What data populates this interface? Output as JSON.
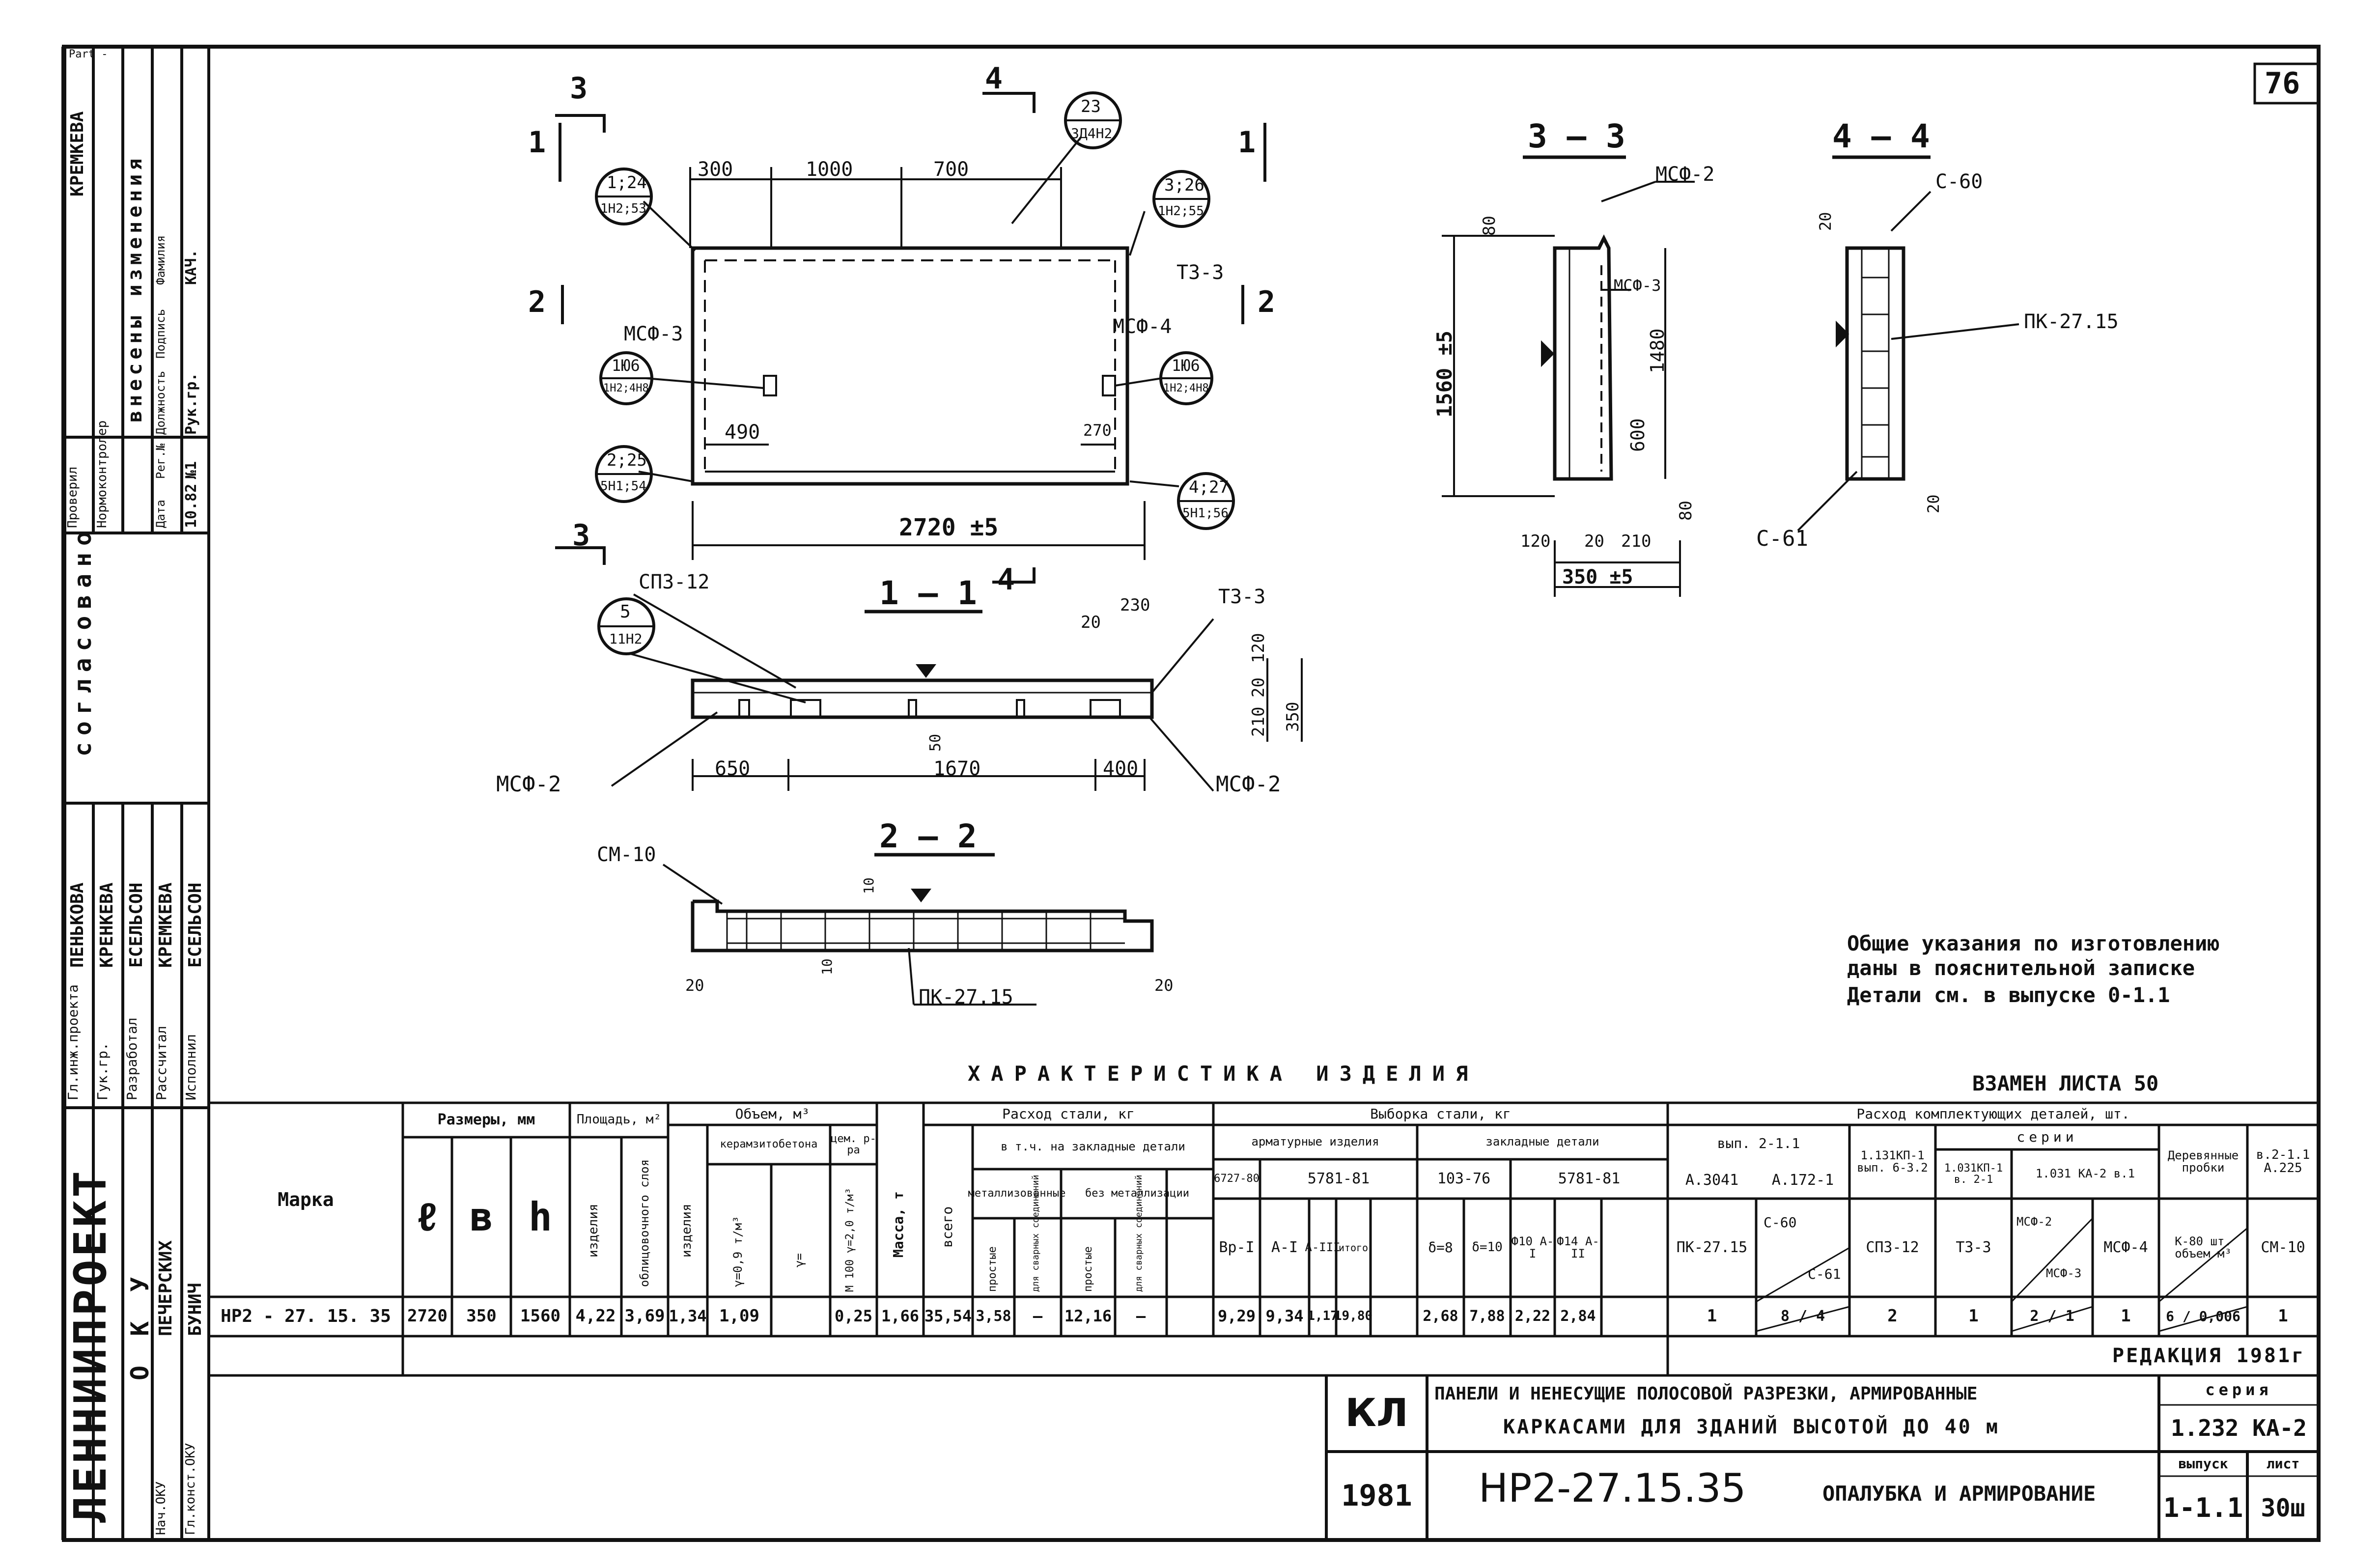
{
  "sheet_corner": "76",
  "part_mark": "Part -",
  "left_strip": {
    "org": "ЛЕННИИПРОЕКТ",
    "okv": "ОКУ",
    "agreed": "согласовано",
    "roles": [
      "Гл.инж.проекта",
      "Гук.гр.",
      "Разработал",
      "Рассчитал",
      "Исполнил"
    ],
    "names": [
      "ПЕНЬКОВА",
      "КРЕНКЕВА",
      "ЕСЕЛЬСОН",
      "КРЕМКЕВА",
      "ЕСЕЛЬСОН"
    ],
    "bottom_roles": [
      "Нач.ОКУ",
      "Гл.конст.ОКУ"
    ],
    "bottom_names": [
      "ПЕЧЕРСКИХ",
      "БУНИЧ"
    ],
    "review": [
      "Проверил",
      "Нормоконтролер"
    ],
    "review_name": "КРЕМКЕВА",
    "changes": "внесены изменения",
    "changes_cols": [
      "Дата",
      "Рег.№",
      "Должность",
      "Подпись",
      "Фамилия"
    ],
    "changes_vals": [
      "10.82",
      "№1",
      "Рук.гр.",
      "",
      "КАЧ."
    ]
  },
  "plan": {
    "dims_top": [
      "300",
      "1000",
      "700"
    ],
    "dim_length": "2720 ±5",
    "dim_490": "490",
    "dim_270": "270",
    "callouts": [
      {
        "top": "1;24",
        "bottom": "1Н2;53"
      },
      {
        "top": "23",
        "bottom": "3Д4Н2"
      },
      {
        "top": "3;26",
        "bottom": "1Н2;55"
      },
      {
        "top": "1Ю6",
        "bottom": "1Н2;4Н8"
      },
      {
        "top": "1Ю6",
        "bottom": "1Н2;4Н8"
      },
      {
        "top": "2;25",
        "bottom": "5Н1;54"
      },
      {
        "top": "4;27",
        "bottom": "5Н1;56"
      }
    ],
    "labels": {
      "mcf3": "МСФ-3",
      "mcf4": "МСФ-4",
      "tz3": "ТЗ-3"
    },
    "cut_marks": {
      "s3": "3",
      "s4": "4",
      "s1": "1",
      "s2": "2"
    }
  },
  "section_1_1": {
    "title": "1 — 1",
    "labels": {
      "sp3": "СПЗ-12",
      "tz3": "ТЗ-3",
      "mcf2_left": "МСФ-2",
      "mcf2_right": "МСФ-2"
    },
    "callout": {
      "top": "5",
      "bottom": "11Н2"
    },
    "dims": [
      "650",
      "1670",
      "400",
      "230",
      "20",
      "120",
      "20",
      "210",
      "350",
      "50"
    ]
  },
  "section_2_2": {
    "title": "2 — 2",
    "labels": {
      "cm10": "СМ-10",
      "pk": "ПК-27.15"
    },
    "dims": [
      "10",
      "20",
      "20",
      "10"
    ]
  },
  "section_3_3": {
    "title": "3 — 3",
    "labels": {
      "mcf2": "МСФ-2",
      "mcf3": "МСФ-3"
    },
    "dims": [
      "80",
      "1560 ±5",
      "1480",
      "600",
      "80",
      "120",
      "20",
      "210",
      "350 ±5"
    ]
  },
  "section_4_4": {
    "title": "4 — 4",
    "labels": {
      "c60": "С-60",
      "c61": "С-61",
      "pk": "ПК-27.15"
    },
    "dims": [
      "20",
      "20"
    ]
  },
  "notes": [
    "Общие указания по изготовлению",
    "даны в пояснительной записке",
    "Детали см. в выпуске 0-1.1"
  ],
  "char_title": "ХАРАКТЕРИСТИКА ИЗДЕЛИЯ",
  "replaces": "ВЗАМЕН ЛИСТА 50",
  "table": {
    "h_marka": "Марка",
    "h_sizes": "Размеры, мм",
    "h_l": "ℓ",
    "h_b": "в",
    "h_h": "h",
    "h_area": "Площадь, м²",
    "h_area_item": "изделия",
    "h_area_face": "облицовочного слоя",
    "h_volume": "Объем, м³",
    "h_vol_item": "изделия",
    "h_ceram": "керамзитобетона",
    "h_g09": "γ=0,9 т/м³",
    "h_g": "γ=",
    "h_cem": "цем. р-ра",
    "h_m100": "М 100 γ=2,0 т/м³",
    "h_mass": "Масса, т",
    "h_steel": "Расход стали, кг",
    "h_steel_total": "всего",
    "h_incl": "в т.ч. на закладные детали",
    "h_metal": "металлизованные",
    "h_nometal": "без металлизации",
    "h_prost": "простые",
    "h_svarn": "для сварных соединений",
    "h_select": "Выборка стали, кг",
    "h_arm": "арматурные изделия",
    "h_gost1": "6727-80",
    "h_gost2": "5781-81",
    "h_zd": "закладные детали",
    "h_gost3": "103-76",
    "h_gost4": "5781-81",
    "h_bp1": "Вр-I",
    "h_a1": "А-I",
    "h_a3": "А-III",
    "h_itogo": "итого",
    "h_d8": "δ=8",
    "h_d10": "δ=10",
    "h_f10": "Ф10 А-I",
    "h_f14": "Ф14 А-II",
    "h_parts": "Расход комплектующих деталей, шт.",
    "h_vyp": "вып. 2-1.1",
    "h_s1": "1.131КП-1 вып. 6-3.2",
    "h_series": "серии",
    "h_s2": "1.031КП-1 в. 2-1",
    "h_s3": "1.031 КА-2 в.1",
    "h_wood": "Деревянные пробки",
    "h_wood_s": "в.2-1.1 А.225",
    "h_a3041": "А.3041",
    "h_a172": "А.172-1",
    "h_pk": "ПК-27.15",
    "h_c60": "С-60",
    "h_c61": "С-61",
    "h_sp3": "СПЗ-12",
    "h_tz3": "ТЗ-3",
    "h_mcf2": "МСФ-2",
    "h_mcf3": "МСФ-3",
    "h_mcf4": "МСФ-4",
    "h_ko": "К-80 шт. объем м³",
    "h_cm10": "СМ-10",
    "row": [
      "НР2 - 27. 15. 35",
      "2720",
      "350",
      "1560",
      "4,22",
      "3,69",
      "1,34",
      "1,09",
      "",
      "0,25",
      "1,66",
      "35,54",
      "3,58",
      "—",
      "12,16",
      "—",
      "9,29",
      "9,34",
      "1,17",
      "19,80",
      "2,68",
      "7,88",
      "2,22",
      "2,84",
      "1",
      "8 / 4",
      "2",
      "1",
      "2 / 1",
      "1",
      "6 / 0,006",
      "1"
    ]
  },
  "edition": "РЕДАКЦИЯ 1981г",
  "title_block": {
    "kl": "КЛ",
    "year": "1981",
    "name_line1": "ПАНЕЛИ И НЕНЕСУЩИЕ ПОЛОСОВОЙ РАЗРЕЗКИ, АРМИРОВАННЫЕ",
    "name_line2": "КАРКАСАМИ ДЛЯ ЗДАНИЙ ВЫСОТОЙ ДО 40 м",
    "series_h": "серия",
    "series_v": "1.232 КА-2",
    "mark": "НР2-27.15.35",
    "sheet_desc": "ОПАЛУБКА И АРМИРОВАНИЕ",
    "issue_h": "выпуск",
    "issue_v": "1-1.1",
    "sheet_h": "лист",
    "sheet_v": "30ш"
  }
}
